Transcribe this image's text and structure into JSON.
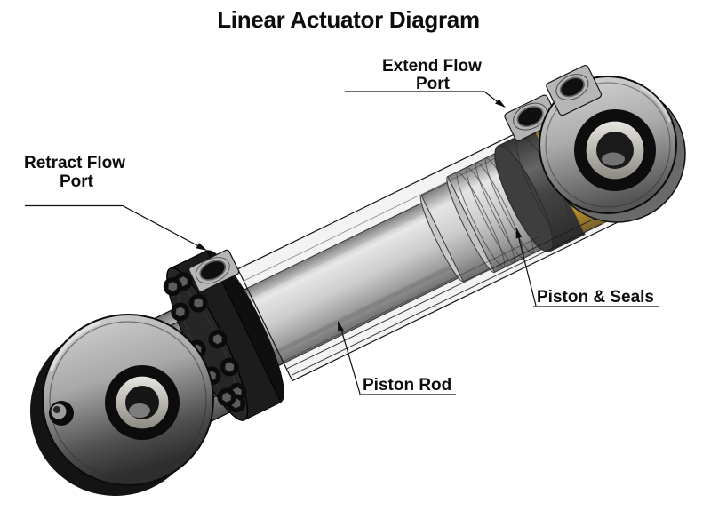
{
  "title": "Linear Actuator Diagram",
  "callouts": {
    "extend_flow_port": {
      "line1": "Extend Flow",
      "line2": "Port"
    },
    "retract_flow_port": {
      "line1": "Retract Flow",
      "line2": "Port"
    },
    "piston_seals": {
      "label": "Piston & Seals"
    },
    "piston_rod": {
      "label": "Piston Rod"
    }
  },
  "colors": {
    "background": "#ffffff",
    "text": "#0d0d0d",
    "leader_line": "#0d0d0d",
    "piston_seal_gold": "#e8a815",
    "metal_light": "#e6e6e6",
    "metal_mid": "#a8a8a8",
    "metal_dark": "#4a4a4a",
    "hardware_black": "#141414"
  }
}
